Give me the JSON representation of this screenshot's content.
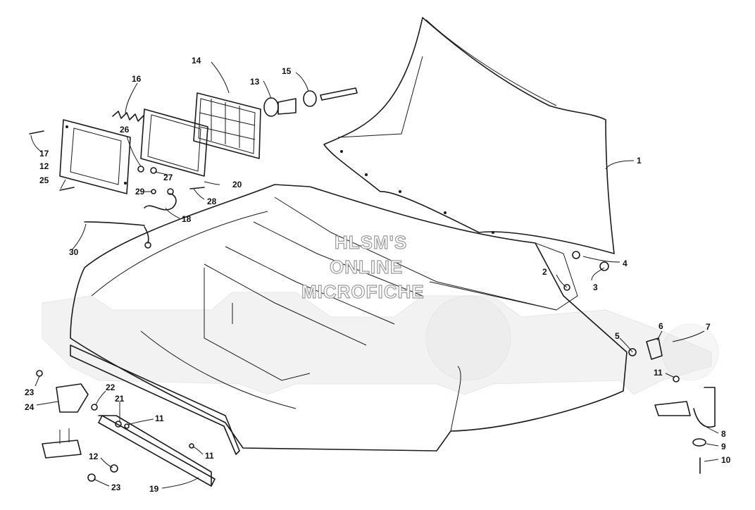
{
  "watermark": {
    "line1": "HLSM'S",
    "line2": "ONLINE",
    "line3": "MICROFICHE"
  },
  "callouts": [
    "1",
    "2",
    "3",
    "4",
    "5",
    "6",
    "7",
    "8",
    "9",
    "10",
    "11",
    "11",
    "11",
    "12",
    "12",
    "13",
    "14",
    "15",
    "16",
    "17",
    "18",
    "19",
    "20",
    "21",
    "22",
    "23",
    "23",
    "24",
    "25",
    "26",
    "27",
    "28",
    "29",
    "30"
  ],
  "colors": {
    "ink": "#1a1a1a",
    "paper": "#ffffff",
    "watermark": "#d8d8d8"
  }
}
